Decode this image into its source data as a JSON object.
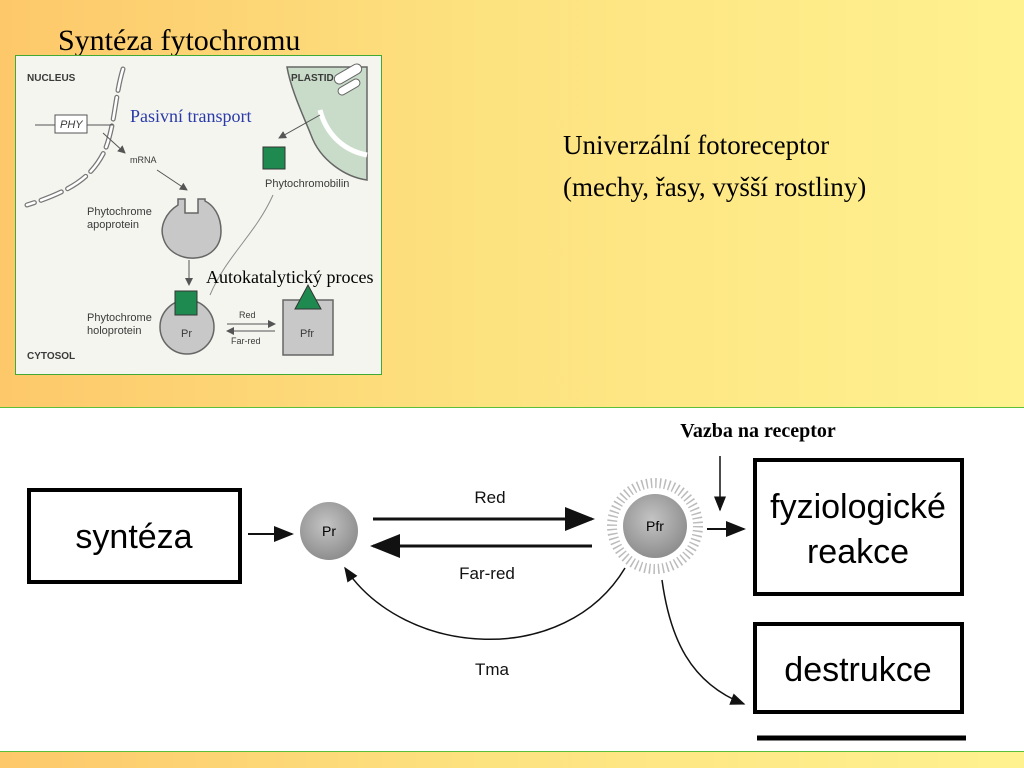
{
  "slide": {
    "title": "Syntéza fytochromu",
    "right_text": {
      "line1": "Univerzální fotoreceptor",
      "line2": "(mechy, řasy, vyšší rostliny)"
    }
  },
  "figure": {
    "nucleus": "NUCLEUS",
    "plastid": "PLASTID",
    "cytosol": "CYTOSOL",
    "gene": "PHY",
    "mrna": "mRNA",
    "apoprotein_line1": "Phytochrome",
    "apoprotein_line2": "apoprotein",
    "chromophore": "Phytochromobilin",
    "holoprotein_line1": "Phytochrome",
    "holoprotein_line2": "holoprotein",
    "pr": "Pr",
    "pfr": "Pfr",
    "red": "Red",
    "far_red": "Far-red",
    "overlay_passive": "Pasivní transport",
    "overlay_autocatalytic": "Autokatalytický proces",
    "colors": {
      "chromophore": "#1e8a4f",
      "plastid": "#c9dcc9",
      "protein": "#c8c8c8"
    }
  },
  "cycle": {
    "synthesis": "syntéza",
    "pr": "Pr",
    "pfr": "Pfr",
    "red": "Red",
    "far_red": "Far-red",
    "dark": "Tma",
    "binding": "Vazba na receptor",
    "response_line1": "fyziologické",
    "response_line2": "reakce",
    "destruction": "destrukce"
  }
}
